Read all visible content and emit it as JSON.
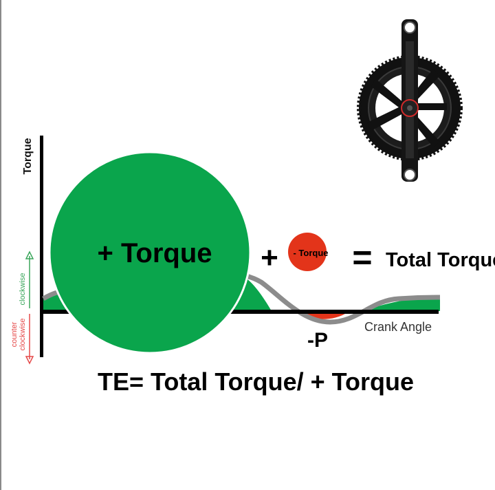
{
  "diagram": {
    "y_axis_label": "Torque",
    "clockwise_label": "clockwise",
    "counter_label_1": "counter",
    "counter_label_2": "clockwise",
    "x_axis_label": "Crank Angle",
    "positive_circle_label": "+ Torque",
    "plus_sign": "+",
    "negative_circle_label": "- Torque",
    "equals_sign": "=",
    "total_label": "Total Torque",
    "negative_power_label": "-P",
    "formula": "TE= Total Torque/ + Torque"
  },
  "colors": {
    "positive": "#0aa54c",
    "negative": "#e3341a",
    "curve_gray": "#8c8c8c",
    "axis": "#000000",
    "clockwise_arrow": "#3aa65b",
    "counter_arrow": "#e54848"
  },
  "icons": {
    "crankset": "chainring-crankset-icon"
  }
}
